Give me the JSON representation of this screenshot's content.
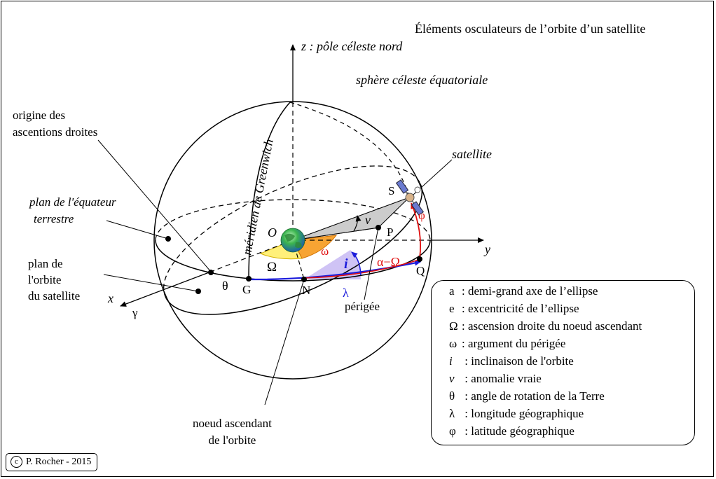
{
  "title": "Éléments osculateurs de l’orbite d’un satellite",
  "labels": {
    "axis_z": "z : pôle céleste nord",
    "sphere": "sphère céleste équatoriale",
    "origin_ascensions": [
      "origine des",
      "ascentions droites"
    ],
    "equator_plane": [
      "plan de l'équateur",
      "terrestre"
    ],
    "orbit_plane": [
      "plan de",
      "l'orbite",
      "du satellite"
    ],
    "satellite": "satellite",
    "axis_y": "y",
    "axis_x": "x",
    "gamma": "γ",
    "origin": "O",
    "Omega": "Ω",
    "omega": "ω",
    "theta": "θ",
    "G": "G",
    "N": "N",
    "i": "i",
    "lambda": "λ",
    "alpha_minus_Omega": "α−Ω",
    "v": "v",
    "P": "P",
    "S": "S",
    "phi": "φ",
    "Q": "Q",
    "perigee": "périgée",
    "ascending_node": [
      "noeud ascendant",
      "de l'orbite"
    ],
    "greenwich": "méridien de Greenwich"
  },
  "legend": [
    {
      "symbol": "a",
      "text": ": demi-grand axe de l’ellipse",
      "italic": false
    },
    {
      "symbol": "e",
      "text": ": excentricité de l’ellipse",
      "italic": false
    },
    {
      "symbol": "Ω",
      "text": ": ascension droite du noeud ascendant",
      "italic": false
    },
    {
      "symbol": "ω",
      "text": ": argument du périgée",
      "italic": false
    },
    {
      "symbol": "i",
      "text": " : inclinaison de l'orbite",
      "italic": true
    },
    {
      "symbol": "v",
      "text": " : anomalie vraie",
      "italic": true
    },
    {
      "symbol": "θ",
      "text": " : angle de rotation de la Terre",
      "italic": false
    },
    {
      "symbol": "λ",
      "text": " : longitude géographique",
      "italic": false
    },
    {
      "symbol": "φ",
      "text": " : latitude géographique",
      "italic": false
    }
  ],
  "copyright": {
    "symbol": "c",
    "text": "P. Rocher - 2015"
  },
  "colors": {
    "angle_Omega_fill": "#fff07a",
    "angle_omega_fill": "#f7a433",
    "angle_i_fill": "#cfc3f5",
    "red_arc": "#e01010",
    "blue_arc": "#1d1ddb",
    "satellite_panel": "#6a7ad0",
    "earth": "#2eaa44"
  }
}
